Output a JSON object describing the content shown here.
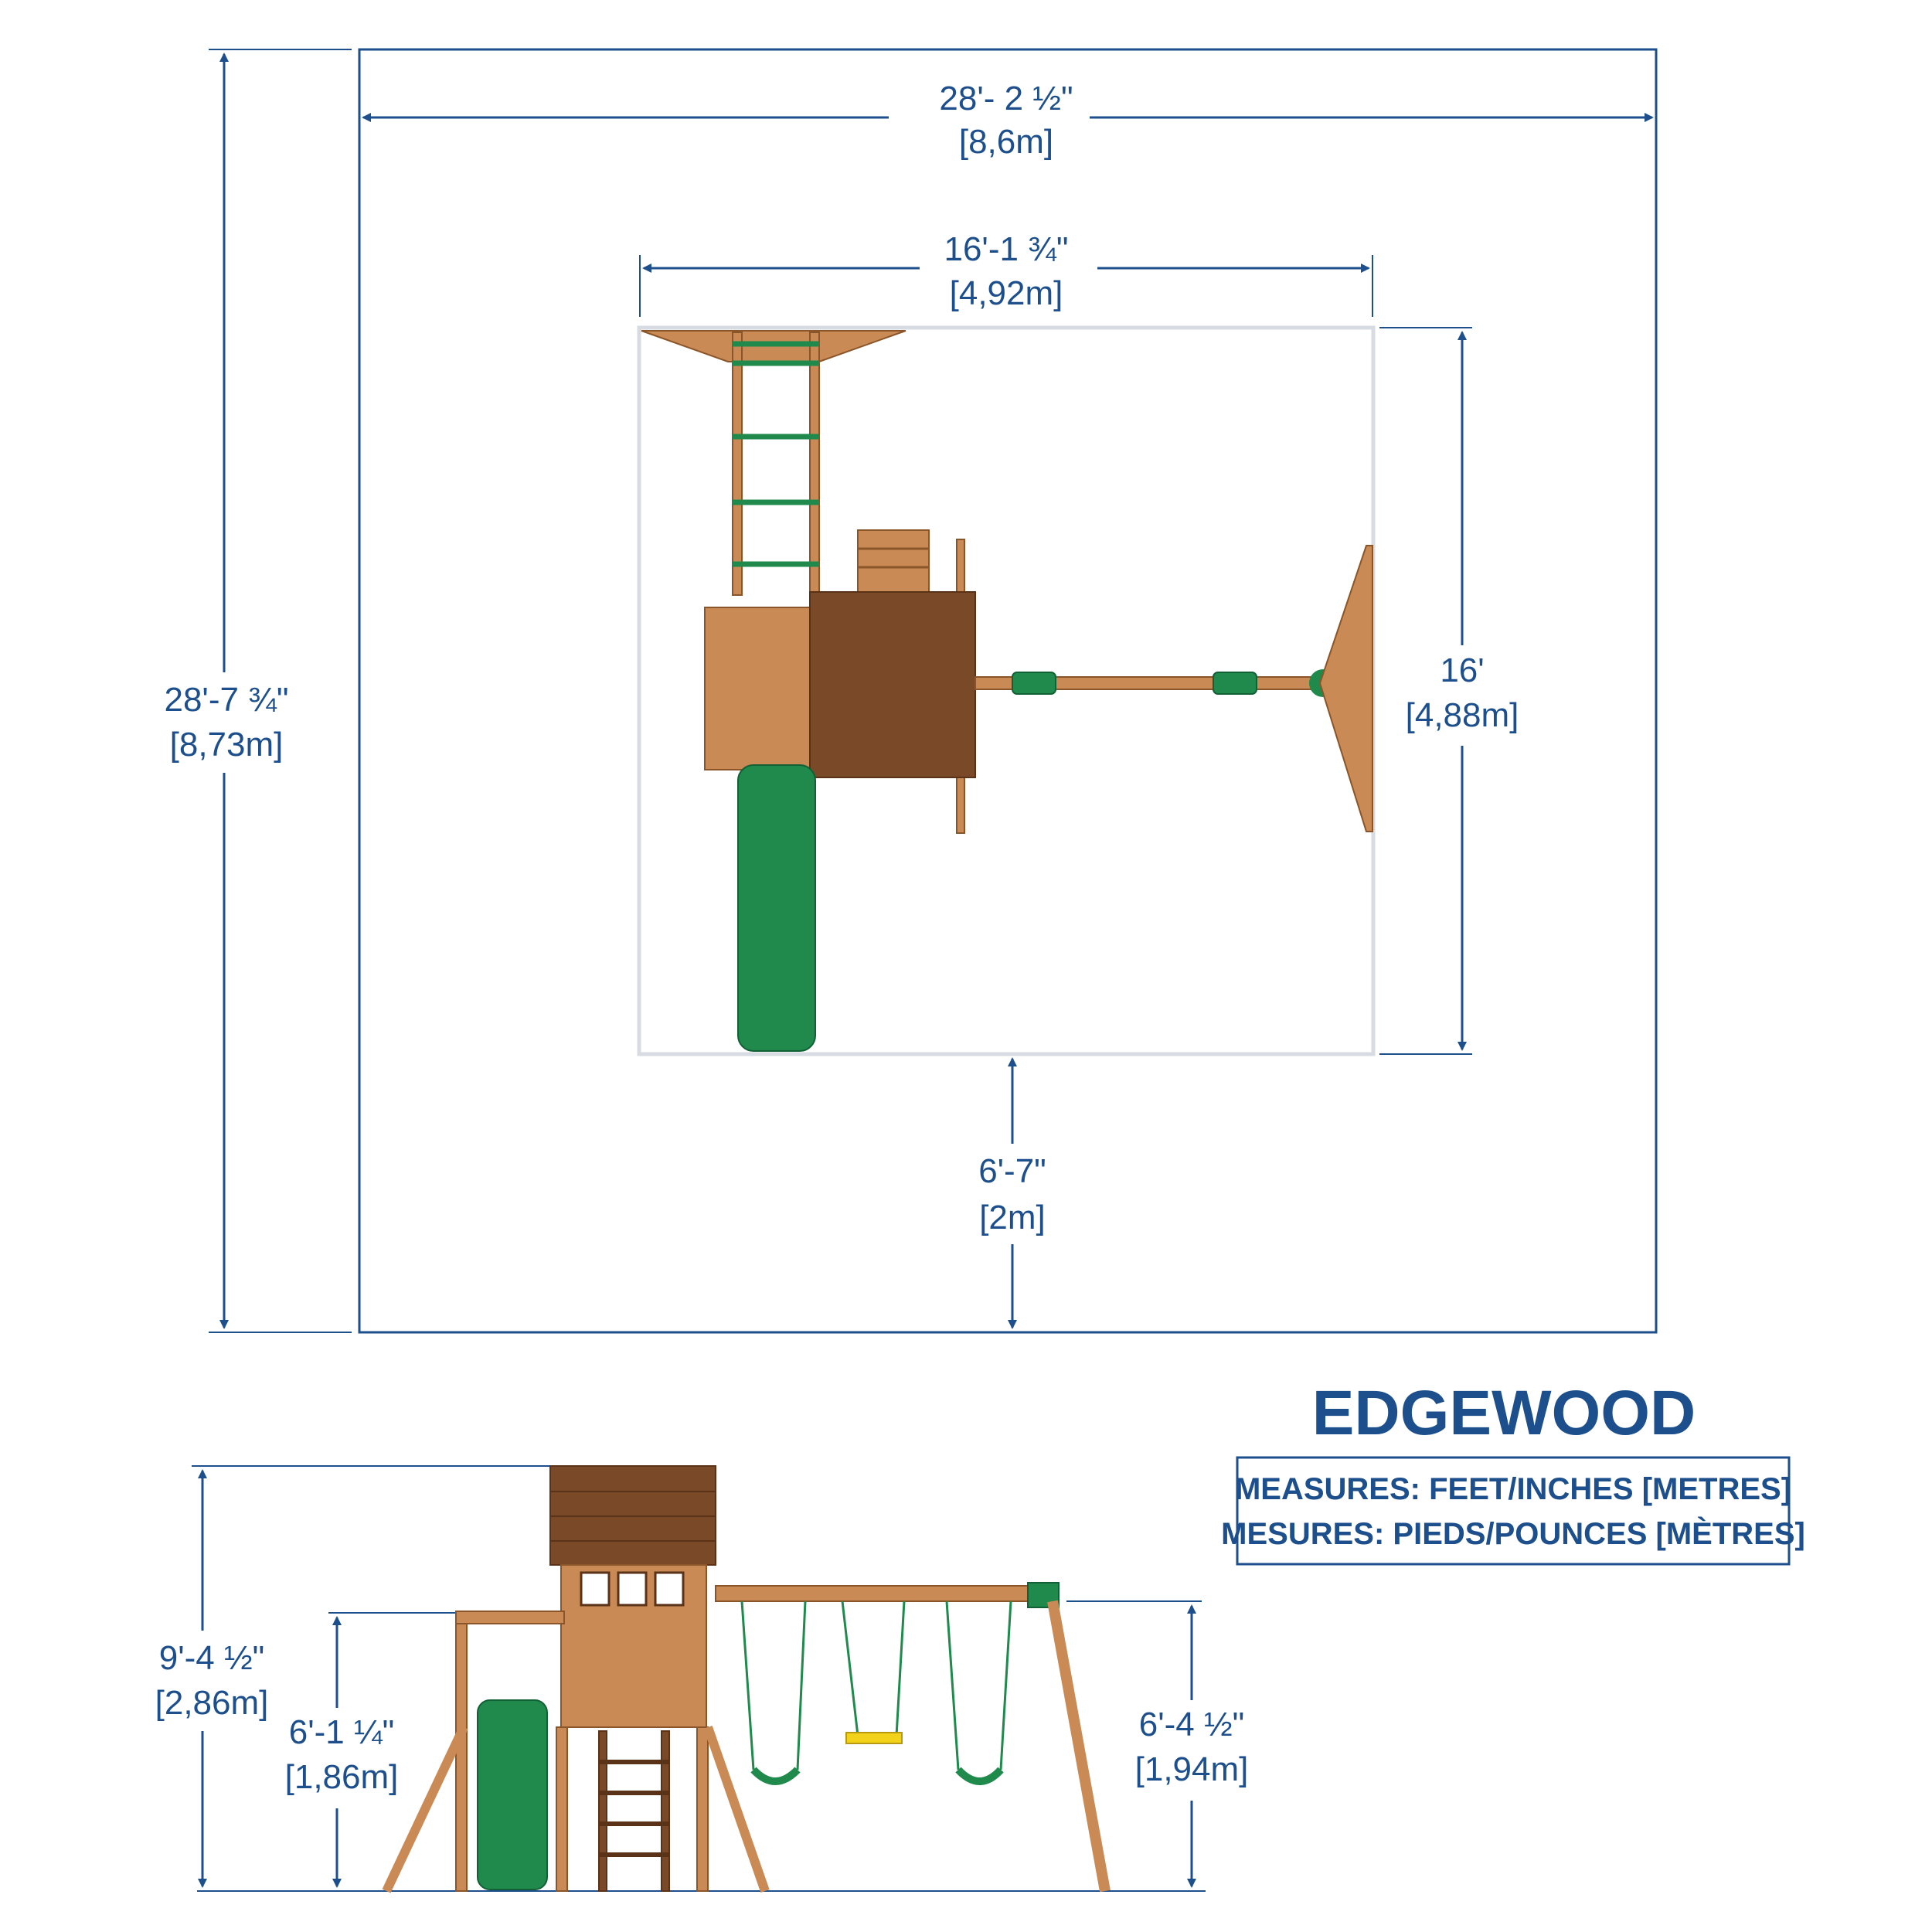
{
  "title": "EDGEWOOD",
  "units": {
    "line1": "MEASURES: FEET/INCHES [METRES]",
    "line2": "MESURES: PIEDS/POUNCES [MÈTRES]"
  },
  "dimensions": {
    "total_width": {
      "imperial": "28'- 2 ½\"",
      "metric": "[8,6m]"
    },
    "total_depth": {
      "imperial": "28'-7 ¾\"",
      "metric": "[8,73m]"
    },
    "structure_width": {
      "imperial": "16'-1 ¾\"",
      "metric": "[4,92m]"
    },
    "structure_depth": {
      "imperial": "16'",
      "metric": "[4,88m]"
    },
    "safety_clearance": {
      "imperial": "6'-7\"",
      "metric": "[2m]"
    },
    "overall_height": {
      "imperial": "9'-4 ½\"",
      "metric": "[2,86m]"
    },
    "deck_height": {
      "imperial": "6'-1 ¼\"",
      "metric": "[1,86m]"
    },
    "swing_beam_height": {
      "imperial": "6'-4 ½\"",
      "metric": "[1,94m]"
    }
  },
  "colors": {
    "dimension": "#1d4f8c",
    "wood": "#c98a55",
    "roof": "#7a4a28",
    "slide": "#1f8a4c",
    "trapeze": "#f2d21b"
  }
}
